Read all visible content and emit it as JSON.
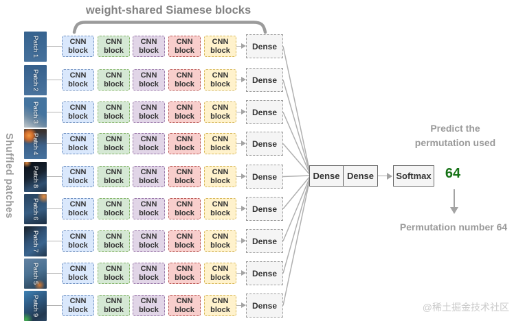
{
  "title": "weight-shared Siamese blocks",
  "left_axis_label": "Shuffled patches",
  "cnn_block": {
    "line1": "CNN",
    "line2": "block"
  },
  "row_dense_label": "Dense",
  "rows": [
    {
      "patch_label": "Patch 1",
      "bg": "linear-gradient(175deg,#35628e,#46719c)"
    },
    {
      "patch_label": "Patch 2",
      "bg": "linear-gradient(175deg,#355f8b,#4a749e)"
    },
    {
      "patch_label": "Patch 3",
      "bg": "linear-gradient(210deg,#44749f 45%,#6f8ba3 70%,#b5bfc6 95%)"
    },
    {
      "patch_label": "Patch 4",
      "bg": "radial-gradient(ellipse 60% 45% at 22% 22%,#f29a43 0%,#cf6b2b 30%,rgba(40,35,40,0) 62%),linear-gradient(180deg,#39322f 8%,#3c618a 55%,#45719d 100%)"
    },
    {
      "patch_label": "Patch 8",
      "bg": "radial-gradient(circle at 12% 3%,#e58a3d 0%,rgba(0,0,0,0) 14%),linear-gradient(155deg,#0d141d 15%,#16222f 45%,#2f4f71 75%,#1d3248 100%)"
    },
    {
      "patch_label": "Patch 6",
      "bg": "radial-gradient(circle at 88% 8%,#ea8f40 0%,rgba(0,0,0,0) 20%),linear-gradient(165deg,#2a4765 12%,#375d82 55%,#1e3349 95%)"
    },
    {
      "patch_label": "Patch 7",
      "bg": "linear-gradient(145deg,#1c2936 8%,#2f5175 40%,#3a648e 65%,#243c55 95%)"
    },
    {
      "patch_label": "Patch 5",
      "bg": "radial-gradient(circle at 68% 88%,#d57a34 0%,rgba(0,0,0,0) 18%),linear-gradient(160deg,#5f80a0 5%,#4a7192 45%,#2c475f 90%)"
    },
    {
      "patch_label": "Patch 9",
      "bg": "radial-gradient(circle at 8% 96%,#42b14d 0%,rgba(0,0,0,0) 20%),linear-gradient(150deg,#3e82b5 0%,#2f5d87 35%,#22384f 80%,#2b4763 100%)"
    }
  ],
  "head": {
    "dense1_label": "Dense",
    "dense2_label": "Dense",
    "softmax_label": "Softmax",
    "output_class": "64",
    "predict_note_line1": "Predict the",
    "predict_note_line2": "permutation used",
    "result_caption": "Permutation number 64"
  },
  "colors": {
    "cnn_palette": [
      {
        "fill": "#dae8fc",
        "stroke": "#6c8ebf"
      },
      {
        "fill": "#d5e8d4",
        "stroke": "#82b366"
      },
      {
        "fill": "#e1d5e7",
        "stroke": "#9673a6"
      },
      {
        "fill": "#f8cecc",
        "stroke": "#b85450"
      },
      {
        "fill": "#fff2cc",
        "stroke": "#d6b656"
      }
    ],
    "dense_fill": "#f5f5f5",
    "dense_dashed_stroke": "#999999",
    "head_stroke": "#666666",
    "line_gray": "#b3b3b3",
    "accent_green": "#177317",
    "note_gray": "#9a9a9a",
    "title_gray": "#828282"
  },
  "watermark": "@稀土掘金技术社区"
}
